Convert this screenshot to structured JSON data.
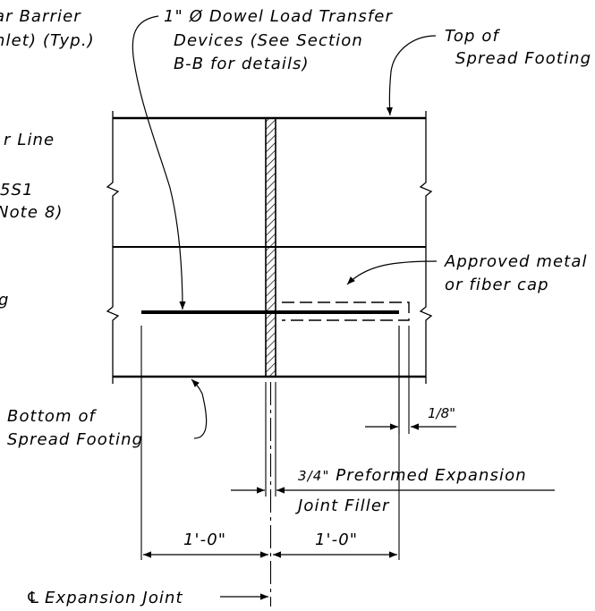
{
  "labels": {
    "barrier_line1": "ar Barrier",
    "barrier_line2": "nlet) (Typ.)",
    "dowel_line1": "1\" Ø Dowel Load Transfer",
    "dowel_line2": "Devices (See Section",
    "dowel_line3": "B-B for details)",
    "top_line1": "Top of",
    "top_line2": "Spread Footing",
    "left_line": "r Line",
    "left_5s1": "5S1",
    "left_note8": "Note 8)",
    "left_g": "g",
    "cap_line1": "Approved metal",
    "cap_line2": "or fiber cap",
    "bottom_line1": "Bottom of",
    "bottom_line2": "Spread Footing",
    "eighth_inch": "1/8\"",
    "preformed_prefix": "3/4\"",
    "preformed_line1": " Preformed Expansion",
    "preformed_line2": "Joint Filler",
    "dim_left": "1'-0\"",
    "dim_right": "1'-0\"",
    "centerline_symbol": "℄",
    "centerline_text": "Expansion Joint"
  }
}
